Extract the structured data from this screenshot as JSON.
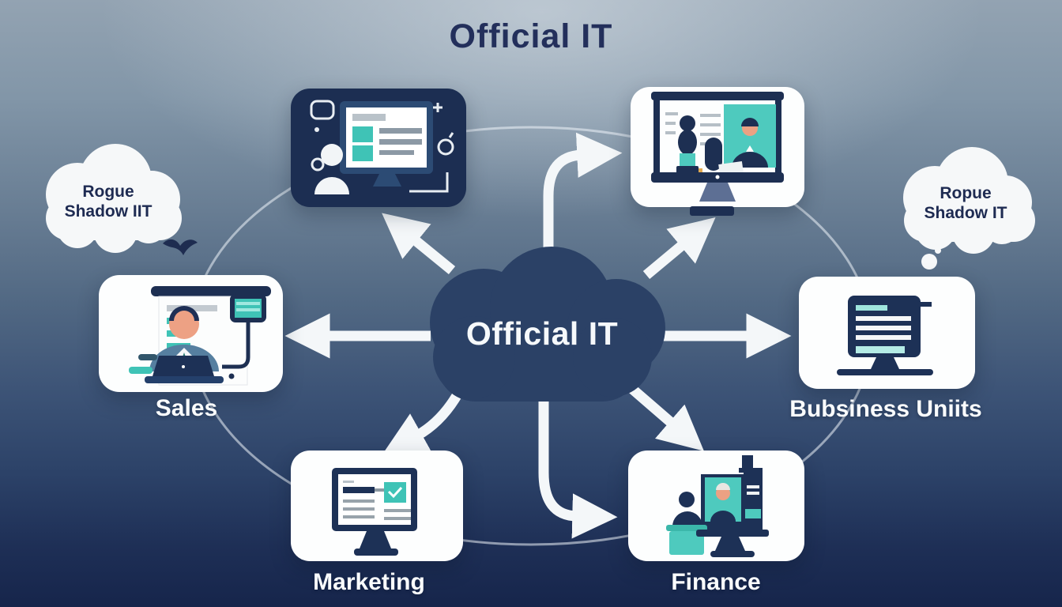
{
  "title": "Official IT",
  "center_cloud": {
    "label": "Official IT"
  },
  "thought_clouds": {
    "left": {
      "line1": "Rogue",
      "line2": "Shadow IIT"
    },
    "right": {
      "line1": "Ropue",
      "line2": "Shadow IT"
    }
  },
  "departments": {
    "sales": {
      "label": "Sales"
    },
    "business_units": {
      "label": "Bubsiness Uniits"
    },
    "marketing": {
      "label": "Marketing"
    },
    "finance": {
      "label": "Finance"
    }
  },
  "icon_names": [
    "official-it-cloud",
    "thought-cloud-left",
    "thought-cloud-right",
    "bird-icon",
    "thought-droplet-icon",
    "orbit-ring",
    "arrow-left",
    "arrow-right",
    "arrow-up-left",
    "arrow-up-right",
    "arrow-down-left",
    "arrow-down-right",
    "arrow-bent-top",
    "arrow-bent-bottom",
    "dashboard-monitor-icon",
    "video-call-monitor-icon",
    "sales-presenter-icon",
    "business-units-monitor-icon",
    "marketing-monitor-icon",
    "finance-desk-icon",
    "plus-icon",
    "frame-icon",
    "circle-icon",
    "bracket-icon"
  ],
  "colors": {
    "navy": "#1d2f52",
    "cloud_navy": "#2b4166",
    "teal": "#3fc3b6",
    "light_teal": "#b5ece6",
    "white": "#ffffff",
    "skin": "#eda184",
    "steel_blue": "#567fa0",
    "arrow_white": "#f4f7f9",
    "title_navy": "#232f5b"
  }
}
